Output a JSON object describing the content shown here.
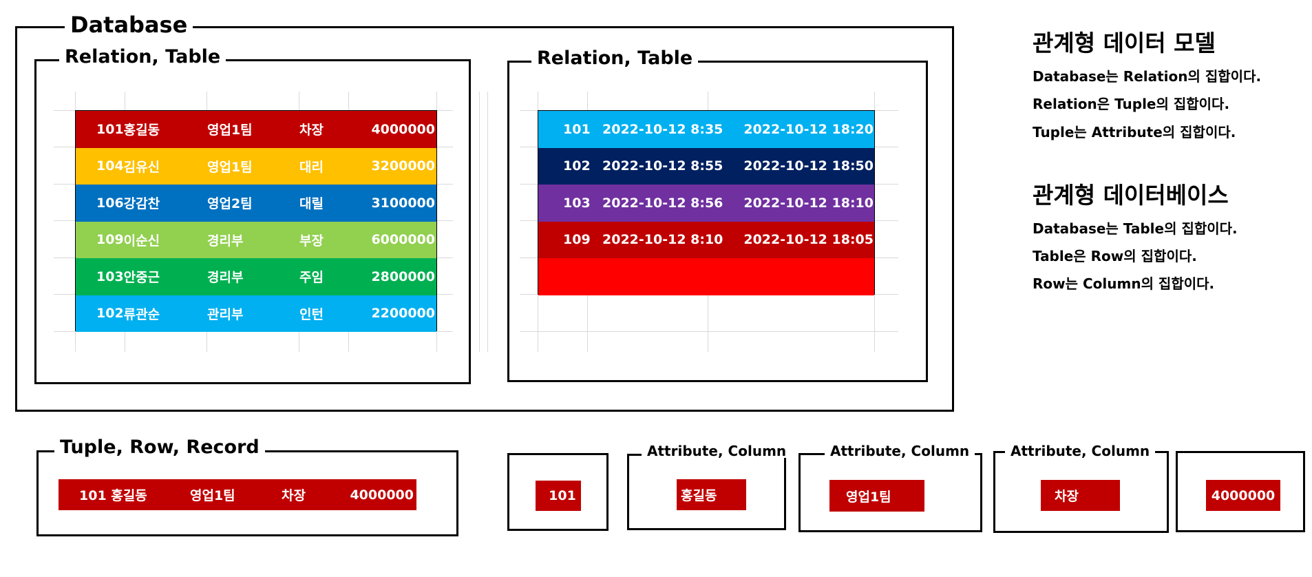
{
  "database": {
    "title": "Database"
  },
  "relation_left": {
    "title": "Relation, Table",
    "rows": [
      {
        "id": "101",
        "name": "홍길동",
        "dept": "영업1팀",
        "rank": "차장",
        "salary": "4000000",
        "color": "#c00000"
      },
      {
        "id": "104",
        "name": "김유신",
        "dept": "영업1팀",
        "rank": "대리",
        "salary": "3200000",
        "color": "#ffc000"
      },
      {
        "id": "106",
        "name": "강감찬",
        "dept": "영업2팀",
        "rank": "대릴",
        "salary": "3100000",
        "color": "#0070c0"
      },
      {
        "id": "109",
        "name": "이순신",
        "dept": "경리부",
        "rank": "부장",
        "salary": "6000000",
        "color": "#92d050"
      },
      {
        "id": "103",
        "name": "안중근",
        "dept": "경리부",
        "rank": "주임",
        "salary": "2800000",
        "color": "#00b050"
      },
      {
        "id": "102",
        "name": "류관순",
        "dept": "관리부",
        "rank": "인턴",
        "salary": "2200000",
        "color": "#00b0f0"
      }
    ]
  },
  "relation_right": {
    "title": "Relation, Table",
    "rows": [
      {
        "id": "101",
        "start": "2022-10-12 8:35",
        "end": "2022-10-12 18:20",
        "color": "#00b0f0"
      },
      {
        "id": "102",
        "start": "2022-10-12 8:55",
        "end": "2022-10-12 18:50",
        "color": "#002060"
      },
      {
        "id": "103",
        "start": "2022-10-12 8:56",
        "end": "2022-10-12 18:10",
        "color": "#7030a0"
      },
      {
        "id": "109",
        "start": "2022-10-12 8:10",
        "end": "2022-10-12 18:05",
        "color": "#c00000"
      },
      {
        "id": "",
        "start": "",
        "end": "",
        "color": "#ff0000"
      }
    ]
  },
  "model": {
    "heading": "관계형 데이터 모델",
    "lines": [
      "Database는 Relation의 집합이다.",
      "Relation은 Tuple의 집합이다.",
      "Tuple는 Attribute의 집합이다."
    ]
  },
  "rdb": {
    "heading": "관계형 데이터베이스",
    "lines": [
      "Database는 Table의 집합이다.",
      "Table은 Row의 집합이다.",
      "Row는 Column의 집합이다."
    ]
  },
  "tuple": {
    "title": "Tuple, Row, Record",
    "values": [
      "101 홍길동",
      "영업1팀",
      "차장",
      "4000000"
    ]
  },
  "attributes": {
    "label": "Attribute, Column",
    "values": [
      "101",
      "홍길동",
      "영업1팀",
      "차장",
      "4000000"
    ]
  },
  "colors": {
    "accent_red": "#c00000"
  }
}
